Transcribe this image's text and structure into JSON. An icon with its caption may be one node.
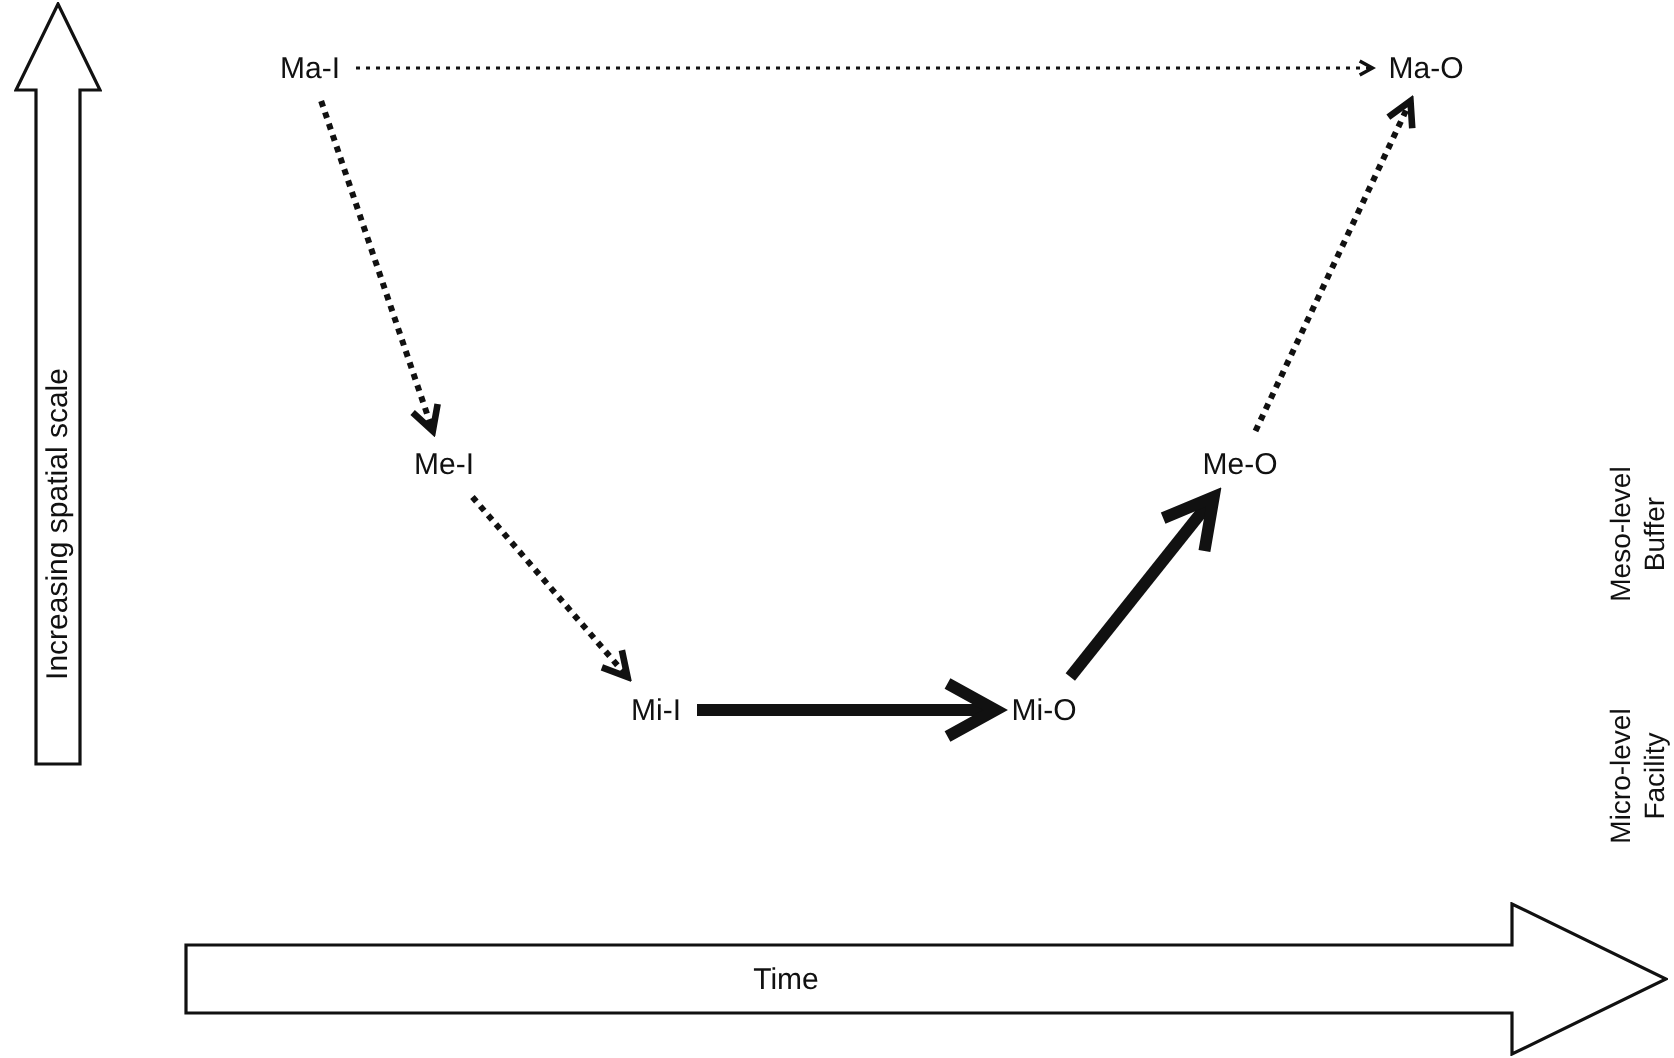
{
  "diagram": {
    "nodes": [
      {
        "text": [
          "Increasing spatial scale"
        ]
      },
      {
        "text": [
          "Time"
        ]
      },
      {
        "text": [
          "Ma-I"
        ]
      },
      {
        "text": [
          "Ma-O"
        ]
      },
      {
        "text": [
          "Me-I"
        ]
      },
      {
        "text": [
          "Me-O"
        ]
      },
      {
        "text": [
          "Mi-I"
        ]
      },
      {
        "text": [
          "Mi-O"
        ]
      }
    ],
    "edges": [
      {
        "from": 2,
        "to": 3,
        "arrow": "to",
        "style": "dashed"
      },
      {
        "from": 2,
        "to": 4,
        "arrow": "to",
        "style": "dashed"
      },
      {
        "from": 4,
        "to": 6,
        "arrow": "to",
        "style": "dashed"
      },
      {
        "from": 6,
        "to": 7,
        "arrow": "to",
        "style": "thick"
      },
      {
        "from": 7,
        "to": 5,
        "arrow": "to",
        "style": "thick"
      },
      {
        "from": 5,
        "to": 3,
        "arrow": "to",
        "style": "dashed"
      }
    ],
    "labels": [
      "Meso-level Buffer",
      "Micro-level Facility"
    ]
  }
}
